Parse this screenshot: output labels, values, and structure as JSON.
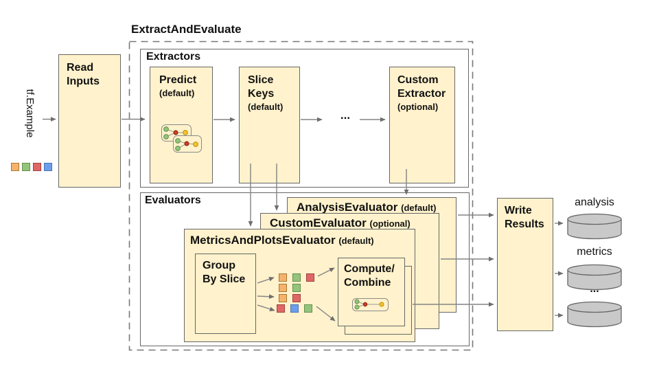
{
  "palette": {
    "orange": "#F6B26B",
    "green": "#93C47D",
    "red": "#E06666",
    "blue": "#6D9EEB",
    "borders": {
      "orange": "#a87835",
      "green": "#62904a",
      "red": "#a04040",
      "blue": "#4372b8"
    },
    "box_fill": "#FFF2CC",
    "box_border": "#666666",
    "arrow": "#838383",
    "cylinder_fill": "#C9C9C9",
    "node_green": "#93C47D",
    "node_red": "#CC4125",
    "node_yellow": "#F1C232"
  },
  "titles": {
    "diagram": "ExtractAndEvaluate",
    "extractors": "Extractors",
    "evaluators": "Evaluators",
    "ellipsis": "..."
  },
  "input": {
    "label": "tf.Example",
    "squares": [
      "orange",
      "green",
      "red",
      "blue"
    ]
  },
  "boxes": {
    "read_inputs": {
      "title": "Read\nInputs"
    },
    "predict": {
      "title": "Predict",
      "subtitle": "(default)"
    },
    "slice_keys": {
      "title": "Slice\nKeys",
      "subtitle": "(default)"
    },
    "custom_extractor": {
      "title": "Custom\nExtractor",
      "subtitle": "(optional)"
    },
    "group_by_slice": {
      "title": "Group\nBy Slice"
    },
    "compute_combine": {
      "title": "Compute/\nCombine"
    },
    "write_results": {
      "title": "Write\nResults"
    }
  },
  "evaluator_cards": {
    "analysis": {
      "title": "AnalysisEvaluator",
      "qualifier": "(default)"
    },
    "custom": {
      "title": "CustomEvaluator",
      "qualifier": "(optional)"
    },
    "metrics_and_plots": {
      "title": "MetricsAndPlotsEvaluator",
      "qualifier": "(default)"
    }
  },
  "slice_grid": {
    "rows": [
      [
        "orange",
        "green",
        "red"
      ],
      [
        "orange",
        "green"
      ],
      [
        "orange",
        "red"
      ],
      [
        "red",
        "blue",
        "green"
      ]
    ]
  },
  "outputs": [
    {
      "label": "analysis"
    },
    {
      "label": "metrics"
    },
    {
      "label": "..."
    }
  ]
}
